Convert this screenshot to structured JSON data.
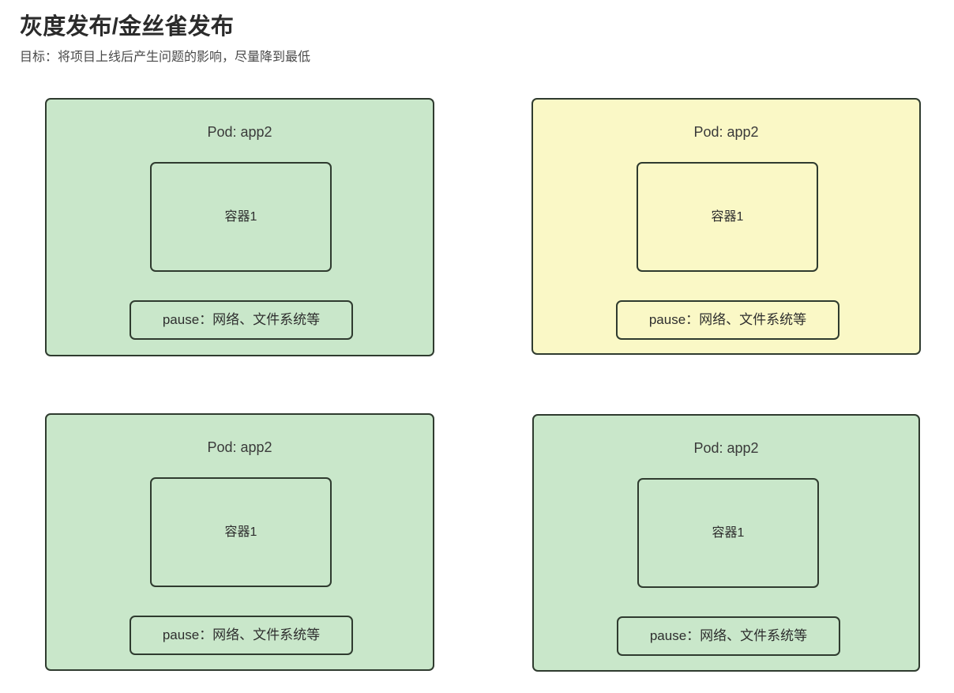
{
  "header": {
    "title": "灰度发布/金丝雀发布",
    "subtitle": "目标：将项目上线后产生问题的影响，尽量降到最低"
  },
  "colors": {
    "pod_green_fill": "#c9e7ca",
    "pod_yellow_fill": "#faf8c6",
    "box_border": "#2f3b2f",
    "page_background": "#ffffff",
    "title_text": "#2b2b2b",
    "body_text": "#333333"
  },
  "diagram": {
    "type": "kubernetes-pod-layout",
    "grid": {
      "rows": 2,
      "columns": 2
    },
    "pods": [
      {
        "id": "pod-1",
        "title": "Pod: app2",
        "state": "normal",
        "fill": "#c9e7ca",
        "container": {
          "label": "容器1"
        },
        "pause": {
          "label": "pause：网络、文件系统等"
        }
      },
      {
        "id": "pod-2",
        "title": "Pod: app2",
        "state": "highlight",
        "fill": "#faf8c6",
        "container": {
          "label": "容器1"
        },
        "pause": {
          "label": "pause：网络、文件系统等"
        }
      },
      {
        "id": "pod-3",
        "title": "Pod: app2",
        "state": "normal",
        "fill": "#c9e7ca",
        "container": {
          "label": "容器1"
        },
        "pause": {
          "label": "pause：网络、文件系统等"
        }
      },
      {
        "id": "pod-4",
        "title": "Pod: app2",
        "state": "normal",
        "fill": "#c9e7ca",
        "container": {
          "label": "容器1"
        },
        "pause": {
          "label": "pause：网络、文件系统等"
        }
      }
    ]
  }
}
